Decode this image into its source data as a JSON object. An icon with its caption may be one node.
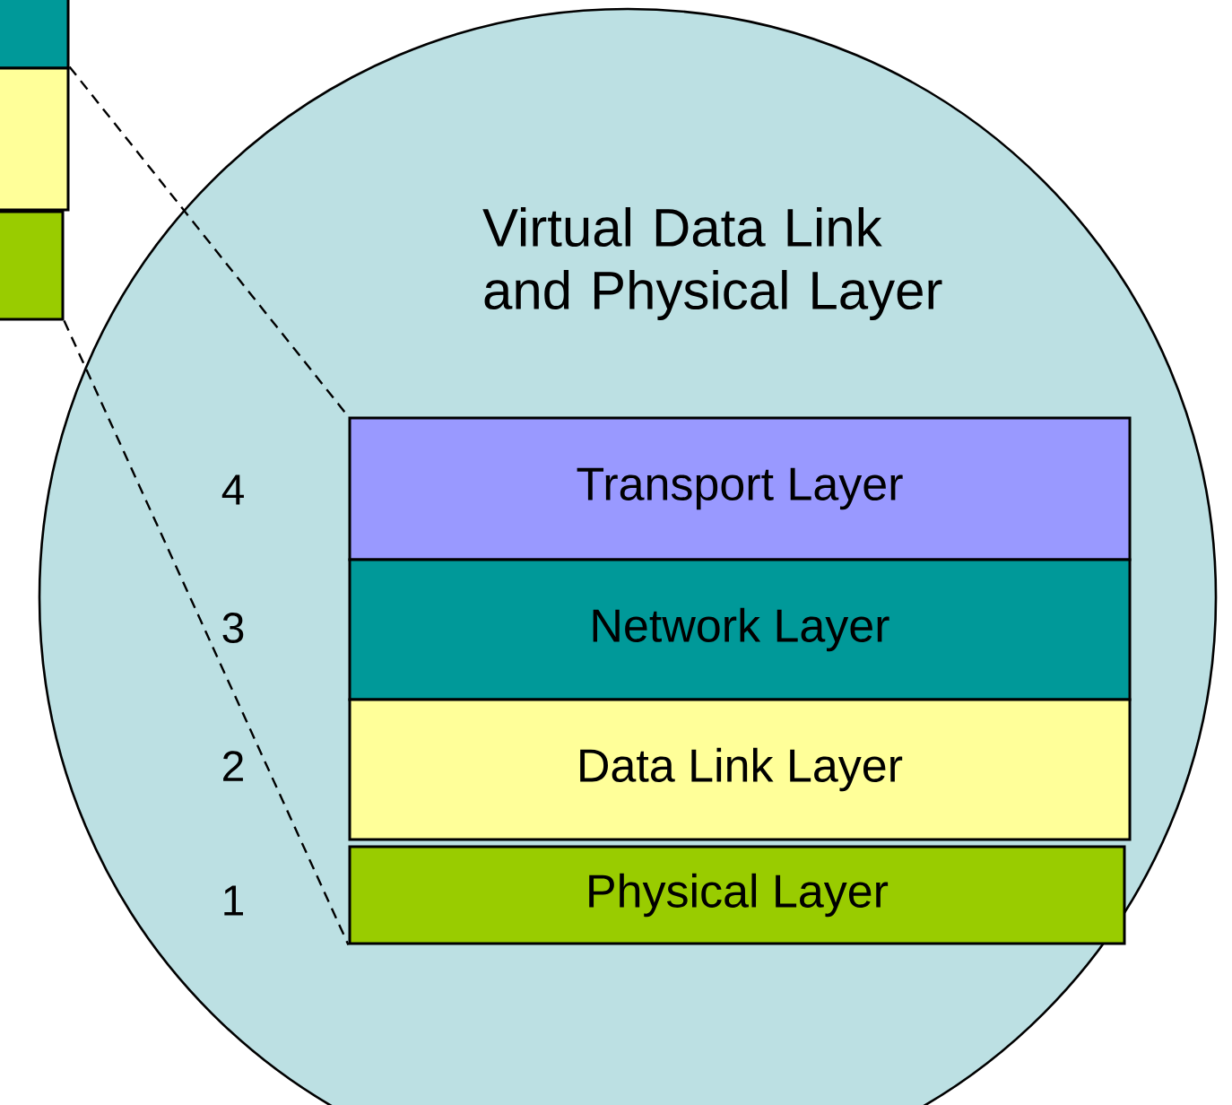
{
  "diagram": {
    "nodes": [
      {
        "text": [
          "Virtual Data Link and Physical Layer"
        ]
      },
      {
        "text": [
          "Transport Layer"
        ],
        "in": 0
      },
      {
        "text": [
          "Network Layer"
        ],
        "in": 0
      },
      {
        "text": [
          "Data Link Layer"
        ],
        "in": 0
      },
      {
        "text": [
          "Physical Layer"
        ],
        "in": 0
      },
      {
        "text": [],
        "shape": "box"
      },
      {
        "text": [],
        "shape": "box"
      },
      {
        "text": [],
        "shape": "box"
      }
    ],
    "edges": [
      {
        "from": 6,
        "to": 1,
        "arrow": "none",
        "style": "dashed"
      },
      {
        "from": 7,
        "to": 4,
        "arrow": "none",
        "style": "dashed"
      }
    ],
    "labels": [
      "4",
      "3",
      "2",
      "1"
    ]
  }
}
